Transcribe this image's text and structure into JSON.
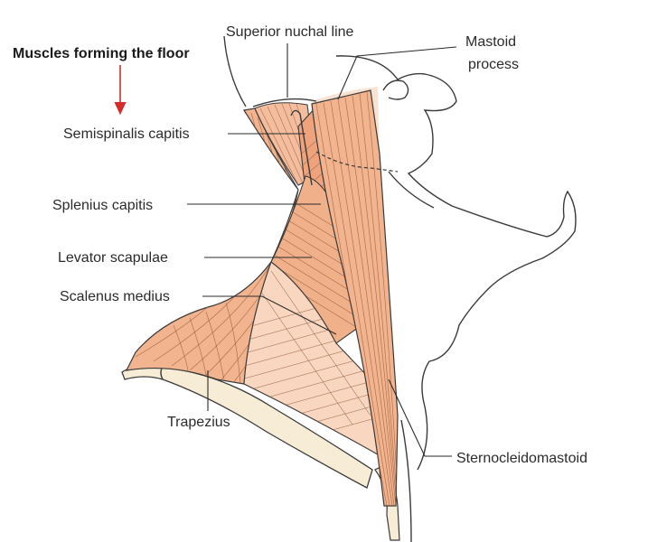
{
  "heading": "Muscles forming the floor",
  "labels": {
    "superior_nuchal_line": "Superior nuchal line",
    "mastoid_line1": "Mastoid",
    "mastoid_line2": "process",
    "semispinalis_capitis": "Semispinalis capitis",
    "splenius_capitis": "Splenius capitis",
    "levator_scapulae": "Levator scapulae",
    "scalenus_medius": "Scalenus medius",
    "trapezius": "Trapezius",
    "sternocleidomastoid": "Sternocleidomastoid"
  },
  "colors": {
    "muscle": "#f2b48f",
    "muscle_light": "#f8d6bf",
    "muscle_dark": "#e79a72",
    "bone": "#f7ecd6",
    "arrow": "#d62b2b",
    "outline": "#3a3a3a"
  }
}
